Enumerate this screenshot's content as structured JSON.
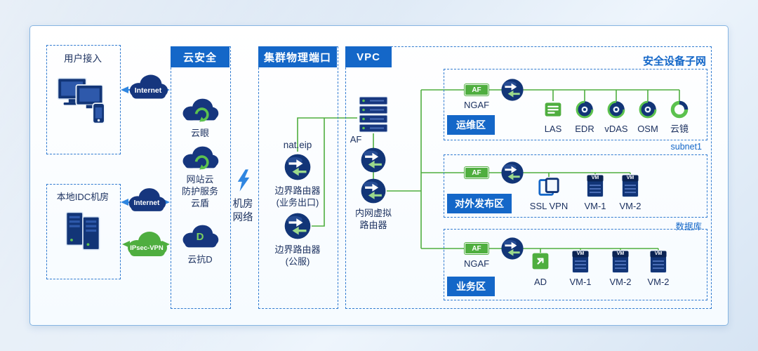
{
  "left": {
    "user_access_title": "用户接入",
    "idc_title": "本地IDC机房"
  },
  "clouds": {
    "internet_top": "Internet",
    "internet_bottom": "Internet",
    "ipsec": "IPsec-VPN"
  },
  "cloud_security": {
    "header": "云安全",
    "item1": "云眼",
    "item2": "网站云\n防护服务\n云盾",
    "item3": "云抗D",
    "d_badge": "D"
  },
  "room_network": {
    "label": "机房\n网络"
  },
  "cluster": {
    "header": "集群物理端口",
    "nat_eip": "nat.eip",
    "border_router_business": "边界路由器\n(业务出口)",
    "border_router_public": "边界路由器\n(公服)"
  },
  "vpc": {
    "header": "VPC",
    "af_label": "AF",
    "internal_router": "内网虚拟\n路由器"
  },
  "subnet": {
    "title": "安全设备子网",
    "ops": {
      "name": "运维区",
      "af_badge": "AF",
      "ngaf": "NGAF",
      "devices": [
        "LAS",
        "EDR",
        "vDAS",
        "OSM",
        "云镜"
      ],
      "note": "subnet1"
    },
    "publish": {
      "name": "对外发布区",
      "af_badge": "AF",
      "devices": [
        "SSL VPN",
        "VM-1",
        "VM-2"
      ],
      "note": "数据库"
    },
    "business": {
      "name": "业务区",
      "af_badge": "AF",
      "ngaf": "NGAF",
      "devices": [
        "AD",
        "VM-1",
        "VM-2",
        "VM-2"
      ]
    }
  },
  "icons": {
    "vm_label": "VM"
  },
  "colors": {
    "accent_blue": "#1467c8",
    "line_green": "#4fae3f",
    "icon_navy": "#16367e"
  }
}
